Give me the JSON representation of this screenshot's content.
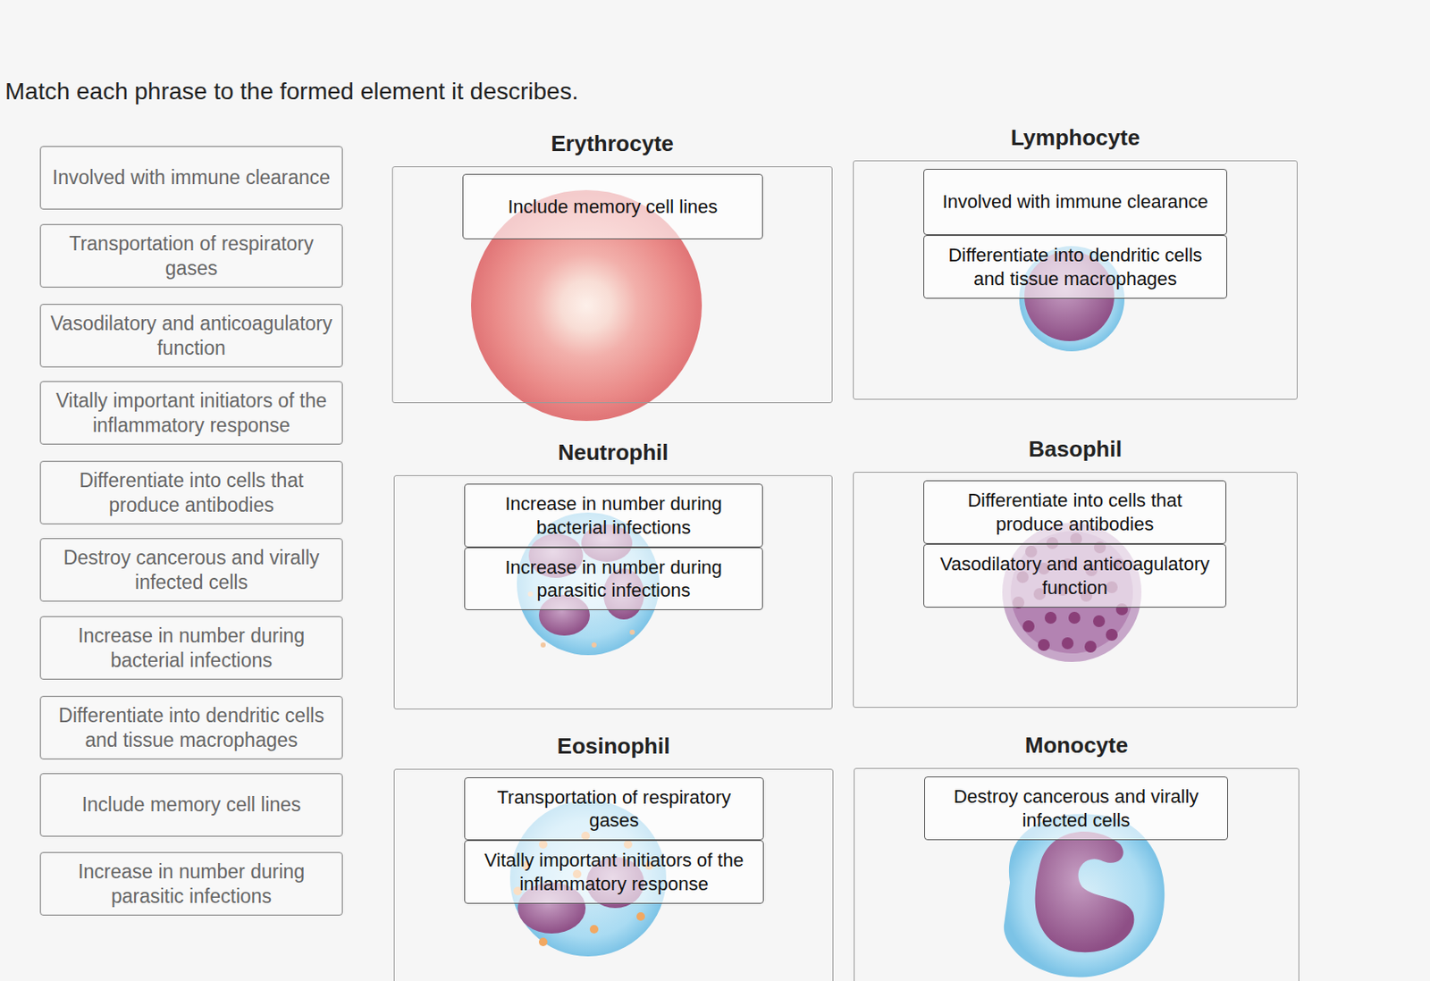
{
  "diagram": {
    "title": "Match each phrase to the formed element it describes.",
    "nodes": [
      {
        "text": [
          "Involved with immune clearance"
        ]
      },
      {
        "text": [
          "Transportation of respiratory gases"
        ]
      },
      {
        "text": [
          "Vasodilatory and anticoagulatory function"
        ]
      },
      {
        "text": [
          "Vitally important initiators of the inflammatory response"
        ]
      },
      {
        "text": [
          "Differentiate into cells that produce antibodies"
        ]
      },
      {
        "text": [
          "Destroy cancerous and virally infected cells"
        ]
      },
      {
        "text": [
          "Increase in number during bacterial infections"
        ]
      },
      {
        "text": [
          "Differentiate into dendritic cells and tissue macrophages"
        ]
      },
      {
        "text": [
          "Include memory cell lines"
        ]
      },
      {
        "text": [
          "Increase in number during parasitic infections"
        ]
      },
      {
        "text": [
          "Erythrocyte"
        ]
      },
      {
        "text": [
          "Include memory cell lines"
        ],
        "in": 10
      },
      {
        "text": [
          "Lymphocyte"
        ]
      },
      {
        "text": [
          "Involved with immune clearance"
        ],
        "in": 12
      },
      {
        "text": [
          "Differentiate into dendritic cells and tissue macrophages"
        ],
        "in": 12
      },
      {
        "text": [
          "Neutrophil"
        ]
      },
      {
        "text": [
          "Increase in number during bacterial infections"
        ],
        "in": 15
      },
      {
        "text": [
          "Increase in number during parasitic infections"
        ],
        "in": 15
      },
      {
        "text": [
          "Basophil"
        ]
      },
      {
        "text": [
          "Differentiate into cells that produce antibodies"
        ],
        "in": 18
      },
      {
        "text": [
          "Vasodilatory and anticoagulatory function"
        ],
        "in": 18
      },
      {
        "text": [
          "Eosinophil"
        ]
      },
      {
        "text": [
          "Transportation of respiratory gases"
        ],
        "in": 21
      },
      {
        "text": [
          "Vitally important initiators of the inflammatory response"
        ],
        "in": 21
      },
      {
        "text": [
          "Monocyte"
        ]
      },
      {
        "text": [
          "Destroy cancerous and virally infected cells"
        ],
        "in": 24
      }
    ]
  }
}
